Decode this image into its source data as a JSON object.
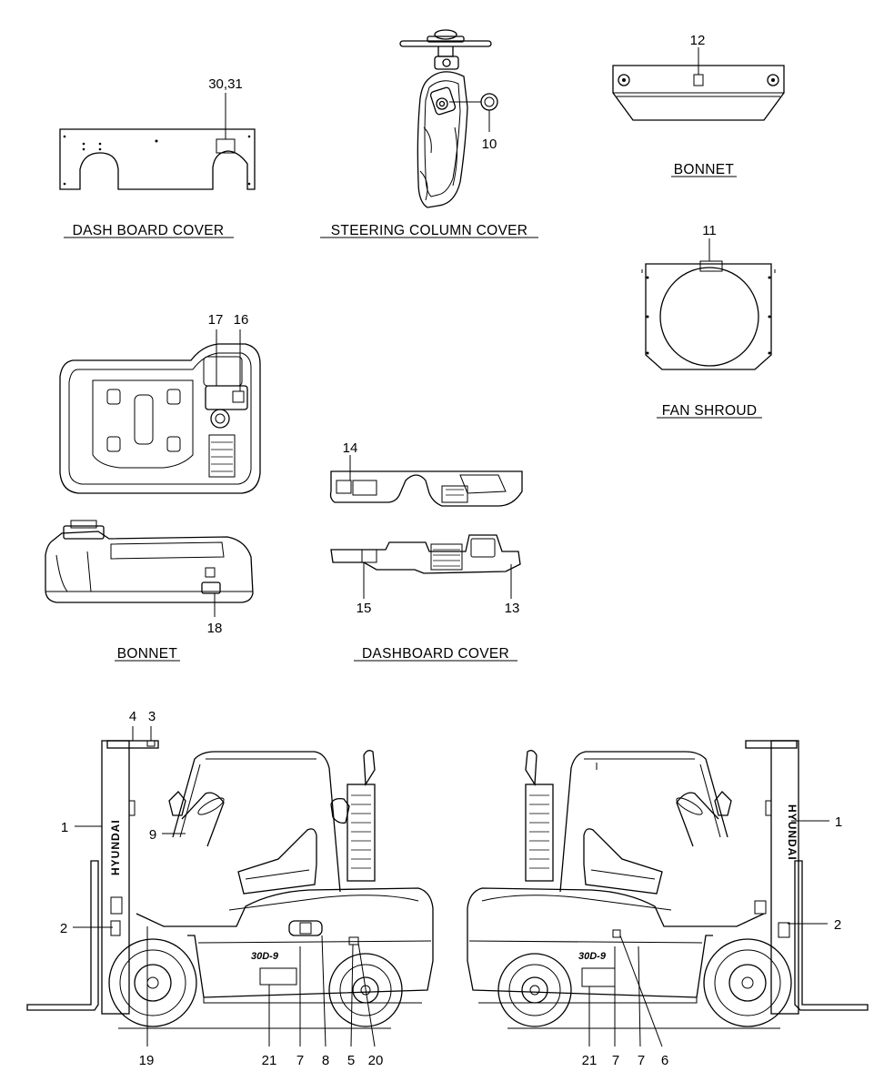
{
  "titles": {
    "dash_board_cover": "DASH BOARD COVER",
    "steering_column_cover": "STEERING COLUMN COVER",
    "bonnet_top": "BONNET",
    "fan_shroud": "FAN SHROUD",
    "bonnet_left": "BONNET",
    "dashboard_cover": "DASHBOARD COVER"
  },
  "callouts": {
    "c30_31": "30,31",
    "c10": "10",
    "c12": "12",
    "c11": "11",
    "c17": "17",
    "c16": "16",
    "c14": "14",
    "c15": "15",
    "c13": "13",
    "c18": "18",
    "left_truck": {
      "c4": "4",
      "c3": "3",
      "c1": "1",
      "c9": "9",
      "c2": "2",
      "b19": "19",
      "b21": "21",
      "b7": "7",
      "b8": "8",
      "b5": "5",
      "b20": "20"
    },
    "right_truck": {
      "c1": "1",
      "c2": "2",
      "b21": "21",
      "b7a": "7",
      "b7b": "7",
      "b6": "6"
    }
  },
  "mast_brand": "HYUNDAI",
  "model_badge": "30D-9"
}
